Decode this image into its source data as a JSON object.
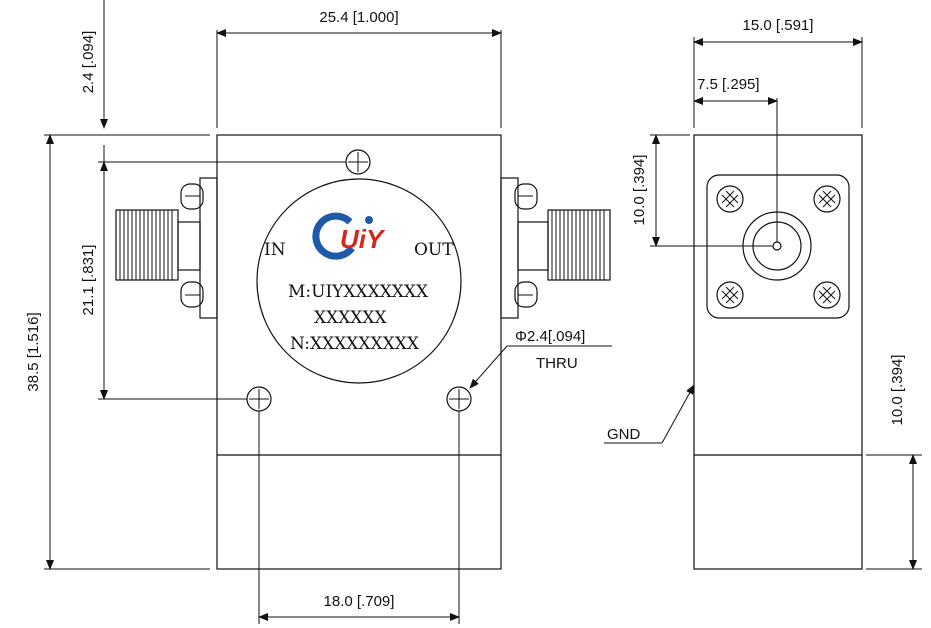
{
  "dimensions": {
    "width_main": "25.4 [1.000]",
    "top_offset": "2.4 [.094]",
    "height_total": "38.5 [1.516]",
    "connector_spacing": "21.1 [.831]",
    "hole_spacing": "18.0 [.709]",
    "hole_dia": "Φ2.4[.094]",
    "hole_thru": "THRU",
    "side_width": "15.0 [.591]",
    "side_half": "7.5 [.295]",
    "side_top": "10.0 [.394]",
    "side_bottom": "10.0 [.394]"
  },
  "labels": {
    "in": "IN",
    "out": "OUT",
    "logo": "UiY",
    "model": "M:UIYXXXXXXX",
    "middle": "XXXXXX",
    "serial": "N:XXXXXXXXX",
    "gnd": "GND"
  },
  "colors": {
    "logo_red": "#d7261e",
    "logo_blue": "#1f5aa8",
    "line": "#111111"
  }
}
